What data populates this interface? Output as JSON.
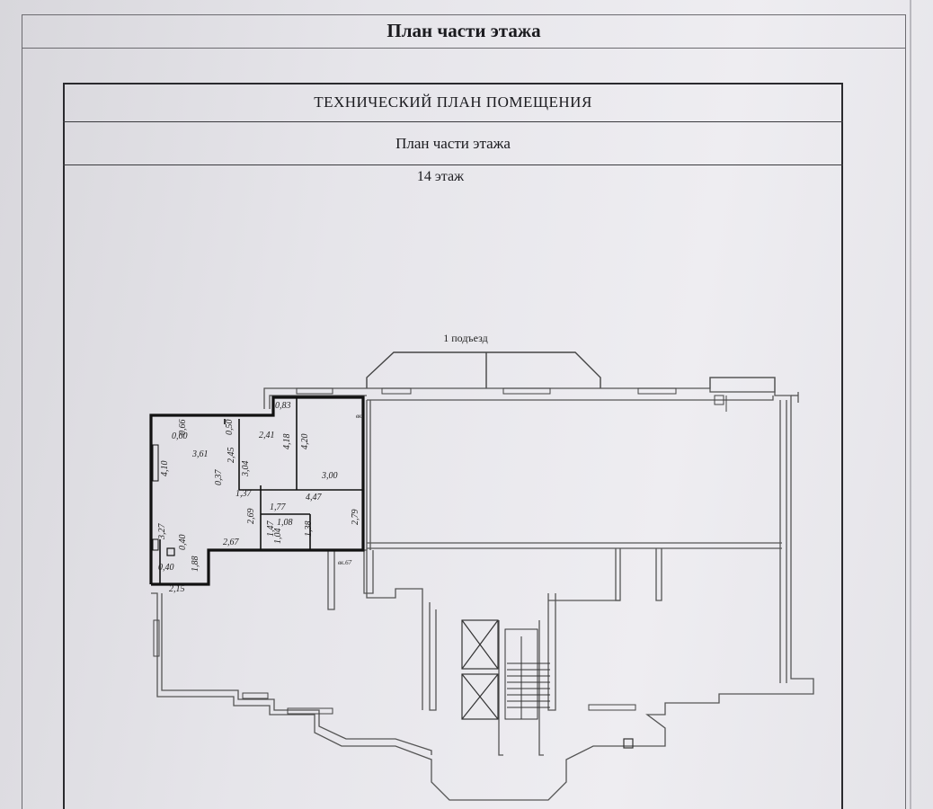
{
  "sheet": {
    "title": "План части этажа"
  },
  "plan_doc": {
    "header": "ТЕХНИЧЕСКИЙ ПЛАН ПОМЕЩЕНИЯ",
    "subheader": "План части этажа",
    "floor": "14 этаж",
    "entrance_label": "1 подъезд"
  },
  "dimensions": {
    "d_060": "0,60",
    "d_066": "0,66",
    "d_410": "4,10",
    "d_361": "3,61",
    "d_050": "0,50",
    "d_245": "2,45",
    "d_241": "2,41",
    "d_304": "3,04",
    "d_083": "0,83",
    "d_418": "4,18",
    "d_420": "4,20",
    "d_300": "3,00",
    "d_037": "0,37",
    "d_137": "1,37",
    "d_447": "4,47",
    "d_177": "1,77",
    "d_269": "2,69",
    "d_147": "1,47",
    "d_108": "1,08",
    "d_104": "1,04",
    "d_138": "1,38",
    "d_279": "2,79",
    "d_267": "2,67",
    "d_327": "3,27",
    "d_040a": "0,40",
    "d_040b": "0,40",
    "d_188": "1,88",
    "d_215": "2,15",
    "tag_vent": "вк",
    "tag_shaft": "вк.67"
  }
}
